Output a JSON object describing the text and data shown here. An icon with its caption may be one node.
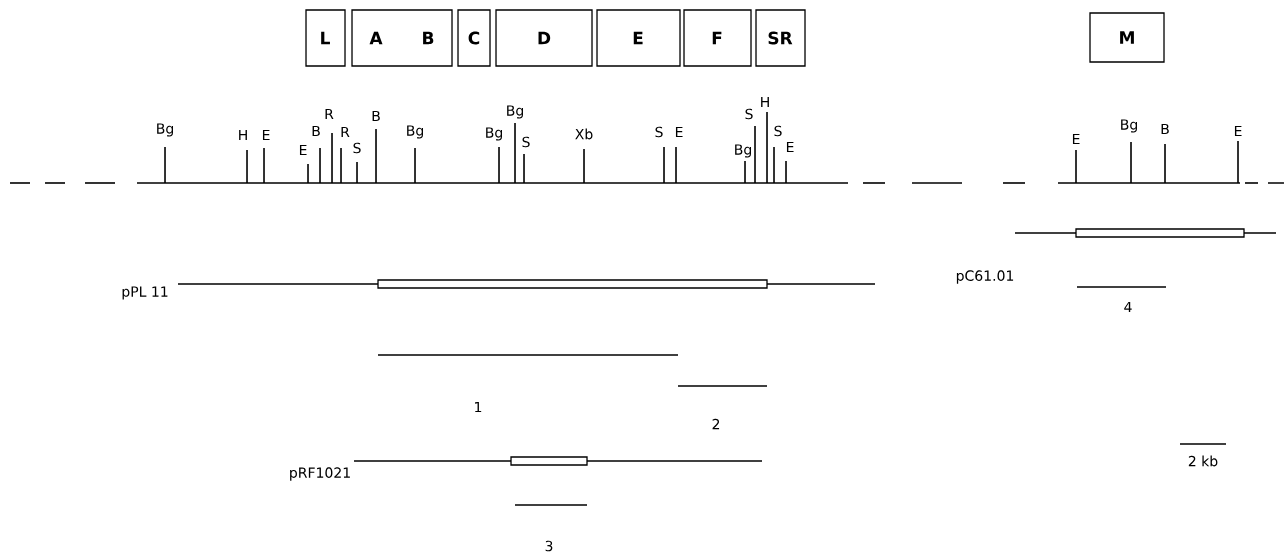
{
  "diagram": {
    "nodes": [
      {
        "text": [
          "L"
        ]
      },
      {
        "text": [
          "A",
          "B"
        ]
      },
      {
        "text": [
          "C"
        ]
      },
      {
        "text": [
          "D"
        ]
      },
      {
        "text": [
          "E"
        ]
      },
      {
        "text": [
          "F"
        ]
      },
      {
        "text": [
          "SR"
        ]
      },
      {
        "text": [
          "M"
        ]
      }
    ],
    "labels": [
      "Bg",
      "H",
      "E",
      "E",
      "B",
      "R",
      "R",
      "S",
      "B",
      "Bg",
      "Bg",
      "Bg",
      "S",
      "Xb",
      "S",
      "E",
      "Bg",
      "S",
      "H",
      "S",
      "E",
      "E",
      "Bg",
      "B",
      "E",
      "pPL 11",
      "pC61.01",
      "4",
      "1",
      "2",
      "2 kb",
      "pRF1021",
      "3"
    ]
  }
}
